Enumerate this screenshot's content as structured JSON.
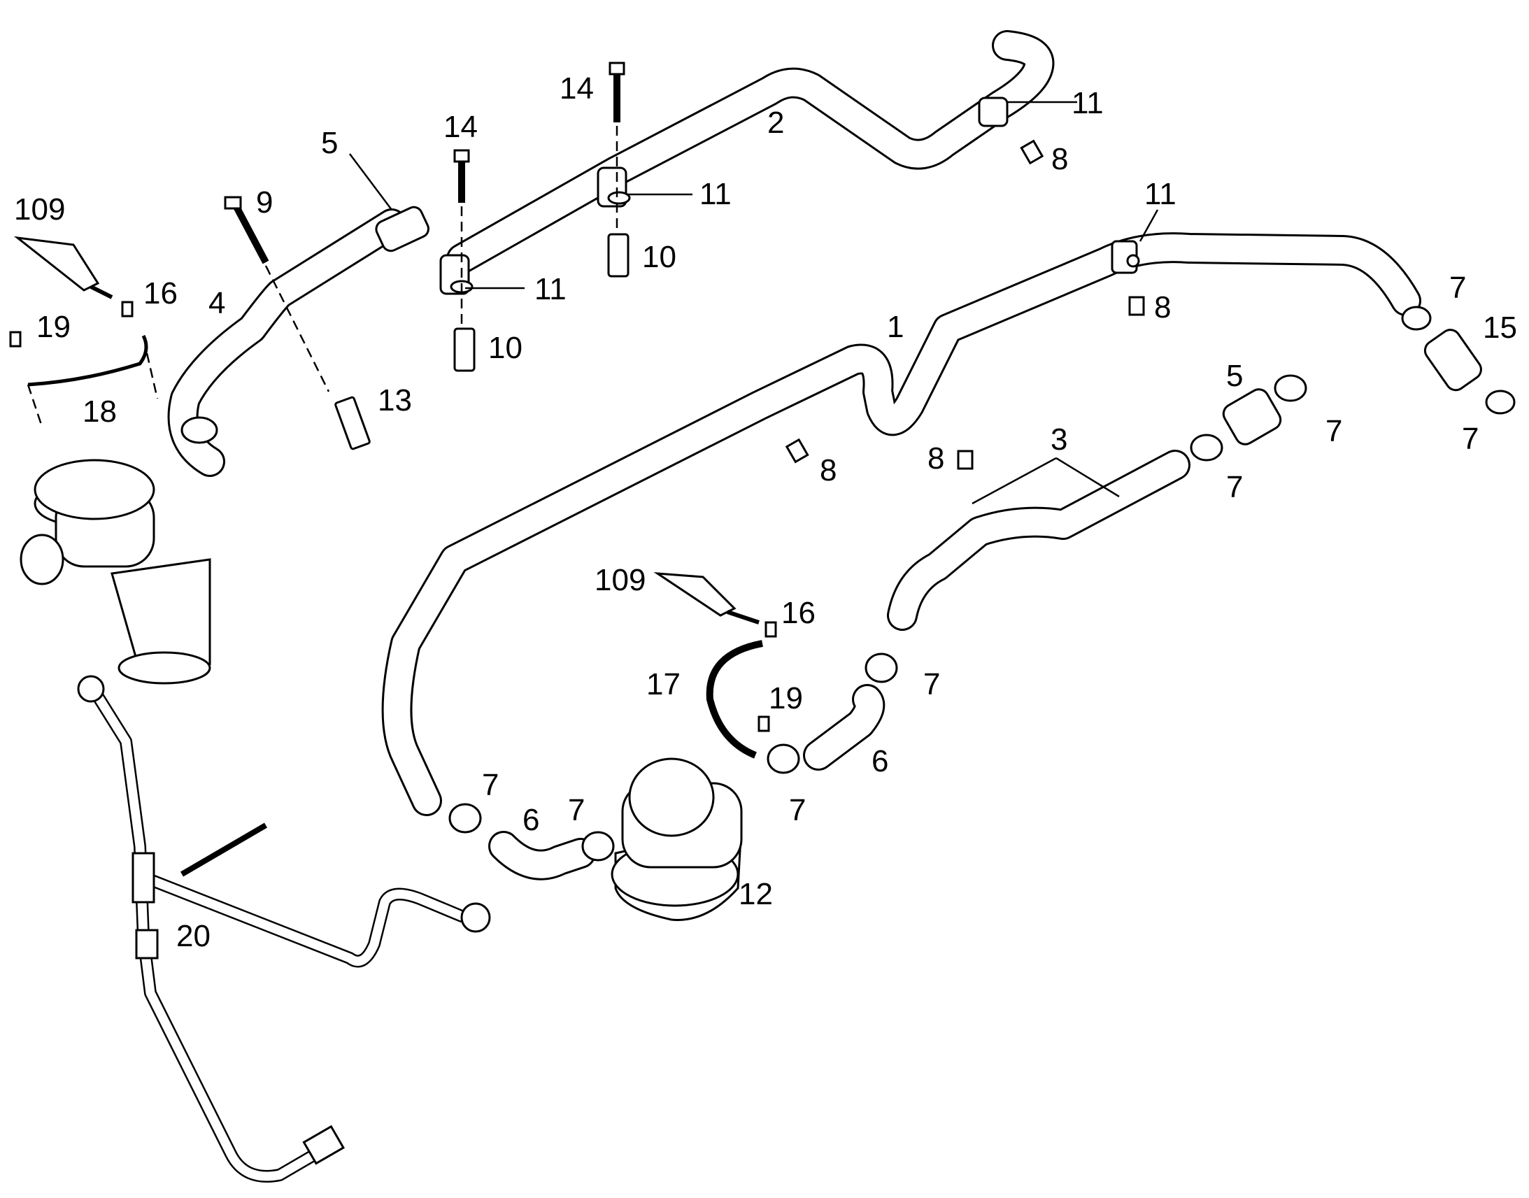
{
  "diagram": {
    "callouts": [
      {
        "id": "c-109a",
        "text": "109"
      },
      {
        "id": "c-16a",
        "text": "16"
      },
      {
        "id": "c-19a",
        "text": "19"
      },
      {
        "id": "c-18",
        "text": "18"
      },
      {
        "id": "c-4",
        "text": "4"
      },
      {
        "id": "c-5a",
        "text": "5"
      },
      {
        "id": "c-9",
        "text": "9"
      },
      {
        "id": "c-14a",
        "text": "14"
      },
      {
        "id": "c-14b",
        "text": "14"
      },
      {
        "id": "c-2",
        "text": "2"
      },
      {
        "id": "c-11a",
        "text": "11"
      },
      {
        "id": "c-8a",
        "text": "8"
      },
      {
        "id": "c-11b",
        "text": "11"
      },
      {
        "id": "c-10a",
        "text": "10"
      },
      {
        "id": "c-11c",
        "text": "11"
      },
      {
        "id": "c-10b",
        "text": "10"
      },
      {
        "id": "c-13",
        "text": "13"
      },
      {
        "id": "c-11d",
        "text": "11"
      },
      {
        "id": "c-8b",
        "text": "8"
      },
      {
        "id": "c-1",
        "text": "1"
      },
      {
        "id": "c-7a",
        "text": "7"
      },
      {
        "id": "c-15",
        "text": "15"
      },
      {
        "id": "c-7b",
        "text": "7"
      },
      {
        "id": "c-5b",
        "text": "5"
      },
      {
        "id": "c-7c",
        "text": "7"
      },
      {
        "id": "c-3",
        "text": "3"
      },
      {
        "id": "c-8c",
        "text": "8"
      },
      {
        "id": "c-8d",
        "text": "8"
      },
      {
        "id": "c-7d",
        "text": "7"
      },
      {
        "id": "c-109b",
        "text": "109"
      },
      {
        "id": "c-16b",
        "text": "16"
      },
      {
        "id": "c-17",
        "text": "17"
      },
      {
        "id": "c-19b",
        "text": "19"
      },
      {
        "id": "c-7e",
        "text": "7"
      },
      {
        "id": "c-6a",
        "text": "6"
      },
      {
        "id": "c-7f",
        "text": "7"
      },
      {
        "id": "c-6b",
        "text": "6"
      },
      {
        "id": "c-7g",
        "text": "7"
      },
      {
        "id": "c-7h",
        "text": "7"
      },
      {
        "id": "c-12",
        "text": "12"
      },
      {
        "id": "c-20",
        "text": "20"
      }
    ]
  }
}
